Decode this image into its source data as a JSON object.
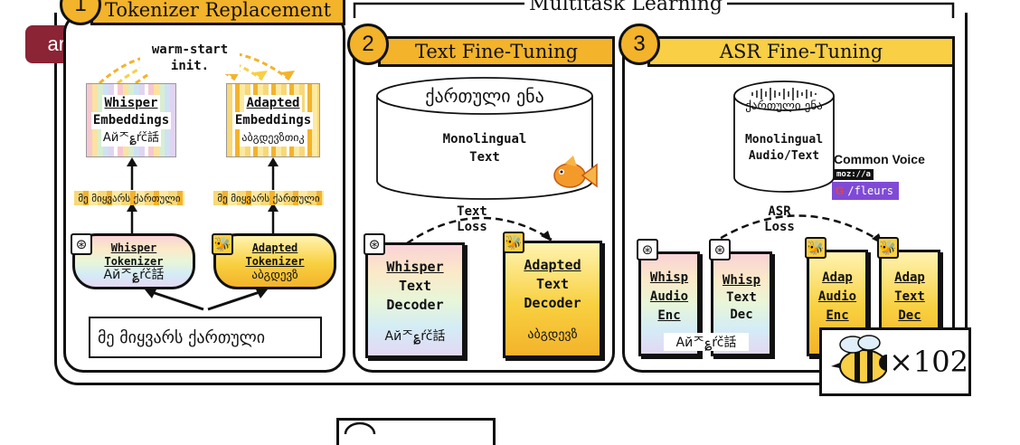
{
  "watermark": "arXivDaily",
  "step1": {
    "num": "1",
    "title": "Tokenizer Replacement",
    "warm_start": "warm-start",
    "init": "init.",
    "emb_whisper": [
      "Whisper",
      "Embeddings",
      "Айᄌ؏ŕč話"
    ],
    "emb_adapted": [
      "Adapted",
      "Embeddings",
      "აბგდევზთიკ"
    ],
    "tok_strip_text": "მე მიყვარს ქართული",
    "tok_whisper": [
      "Whisper",
      "Tokenizer",
      "Айᄌ؏ŕč話"
    ],
    "tok_adapted": [
      "Adapted",
      "Tokenizer",
      "აბგდევზ"
    ],
    "input_text": "მე მიყვარს ქართული"
  },
  "multitask_label": "Multitask Learning",
  "step2": {
    "num": "2",
    "title": "Text Fine-Tuning",
    "cyl_title": "ქართული ენა",
    "cyl_l1": "Monolingual",
    "cyl_l2": "Text",
    "loss": [
      "Text",
      "Loss"
    ],
    "dec_whisper": [
      "Whisper",
      "Text",
      "Decoder",
      "Айᄌ؏ŕč話"
    ],
    "dec_adapted": [
      "Adapted",
      "Text",
      "Decoder",
      "აბგდევზ"
    ]
  },
  "step3": {
    "num": "3",
    "title": "ASR Fine-Tuning",
    "cyl_title": "ქართული ენა",
    "cyl_l1": "Monolingual",
    "cyl_l2": "Audio/Text",
    "common_voice": "Common Voice",
    "mozilla": "moz://a",
    "fleurs": "/fleurs",
    "loss": [
      "ASR",
      "Loss"
    ],
    "whisp_enc": [
      "Whisp",
      "Audio",
      "Enc"
    ],
    "whisp_dec": [
      "Whisp",
      "Text",
      "Dec"
    ],
    "adap_enc": [
      "Adap",
      "Audio",
      "Enc"
    ],
    "adap_dec": [
      "Adap",
      "Text",
      "Dec"
    ],
    "script_label": "Айᄌ؏ŕč話",
    "multiplier": "×102"
  },
  "icons": {
    "openai": "openai-logo-icon",
    "bee": "bee-icon",
    "goldfish": "goldfish-icon",
    "google": "google-g-icon",
    "soundwave": "soundwave-icon"
  },
  "colors": {
    "accent": "#f3b32a",
    "accent_light": "#f8cf45",
    "watermark": "#8b2435",
    "fleurs": "#7f4bd6"
  }
}
